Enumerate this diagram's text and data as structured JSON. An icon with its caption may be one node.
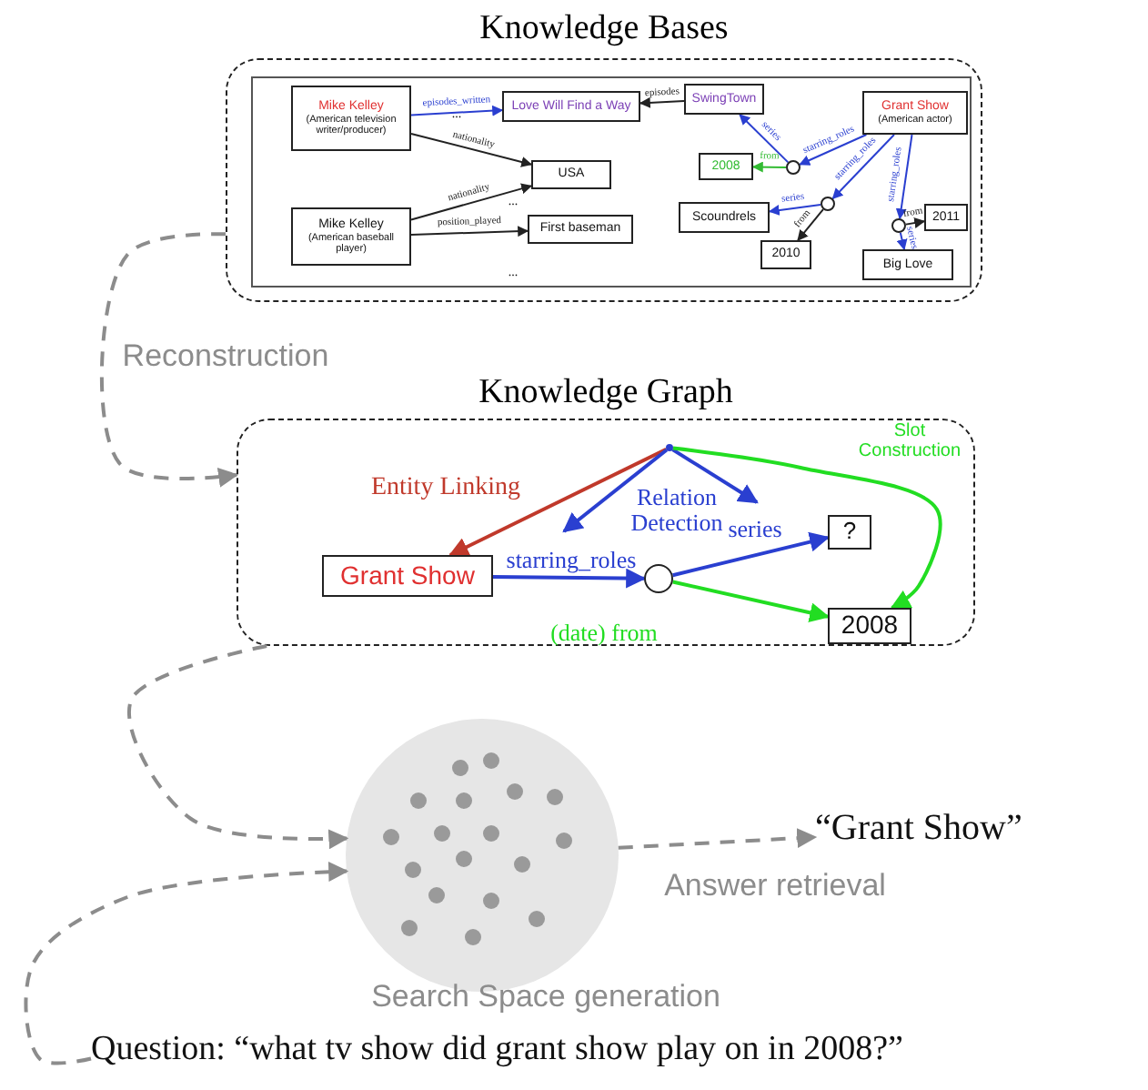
{
  "diagram": {
    "nodes": [
      {
        "text": [
          "Knowledge Bases"
        ]
      },
      {
        "text": [
          "Mike Kelley",
          "(American television writer/producer)"
        ],
        "in": 0
      },
      {
        "text": [
          "Love Will Find a Way"
        ],
        "in": 0
      },
      {
        "text": [
          "SwingTown"
        ],
        "in": 0
      },
      {
        "text": [
          "Grant Show",
          "(American actor)"
        ],
        "in": 0
      },
      {
        "text": [
          "USA"
        ],
        "in": 0
      },
      {
        "text": [],
        "shape": "circle",
        "in": 0
      },
      {
        "text": [
          "2008"
        ],
        "in": 0
      },
      {
        "text": [
          "Mike Kelley",
          "(American baseball player)"
        ],
        "in": 0
      },
      {
        "text": [
          "First baseman"
        ],
        "in": 0
      },
      {
        "text": [],
        "shape": "circle",
        "in": 0
      },
      {
        "text": [
          "Scoundrels"
        ],
        "in": 0
      },
      {
        "text": [],
        "shape": "circle",
        "in": 0
      },
      {
        "text": [
          "2011"
        ],
        "in": 0
      },
      {
        "text": [
          "2010"
        ],
        "in": 0
      },
      {
        "text": [
          "Big Love"
        ],
        "in": 0
      },
      {
        "text": [
          "Knowledge Graph"
        ]
      },
      {
        "text": [],
        "shape": "dot",
        "in": 16
      },
      {
        "text": [
          "Grant Show"
        ],
        "in": 16
      },
      {
        "text": [],
        "shape": "circle",
        "in": 16
      },
      {
        "text": [
          "?"
        ],
        "in": 16
      },
      {
        "text": [
          "2008"
        ],
        "in": 16
      },
      {
        "text": [],
        "shape": "circle"
      },
      {
        "text": [
          "“Grant Show”"
        ]
      },
      {
        "text": [
          "Question: “what tv show did grant show play on in 2008?”"
        ]
      }
    ],
    "edges": [
      {
        "from": 1,
        "to": 2,
        "arrow": "to",
        "label": "episodes_written"
      },
      {
        "from": 1,
        "to": 5,
        "arrow": "to",
        "label": "nationality",
        "color": "#222222"
      },
      {
        "from": 8,
        "to": 5,
        "arrow": "to",
        "label": "nationality",
        "color": "#222222"
      },
      {
        "from": 8,
        "to": 9,
        "arrow": "to",
        "label": "position_played",
        "color": "#222222"
      },
      {
        "from": 3,
        "to": 2,
        "arrow": "to",
        "label": "episodes",
        "color": "#222222"
      },
      {
        "from": 6,
        "to": 3,
        "arrow": "to",
        "label": "series"
      },
      {
        "from": 4,
        "to": 6,
        "arrow": "to",
        "label": "starring_roles"
      },
      {
        "from": 6,
        "to": 7,
        "arrow": "to",
        "label": "from",
        "color": "#33bb33"
      },
      {
        "from": 4,
        "to": 10,
        "arrow": "to",
        "label": "starring_roles"
      },
      {
        "from": 10,
        "to": 11,
        "arrow": "to",
        "label": "series"
      },
      {
        "from": 10,
        "to": 14,
        "arrow": "to",
        "label": "from",
        "color": "#222222"
      },
      {
        "from": 4,
        "to": 12,
        "arrow": "to",
        "label": "starring_roles"
      },
      {
        "from": 12,
        "to": 13,
        "arrow": "to",
        "label": "from",
        "color": "#222222"
      },
      {
        "from": 12,
        "to": 15,
        "arrow": "to",
        "label": "series"
      },
      {
        "from": 17,
        "to": 18,
        "arrow": "to",
        "label": "Entity Linking",
        "color": "#c0392b"
      },
      {
        "from": 17,
        "to": null,
        "arrow": "to"
      },
      {
        "from": 17,
        "to": null,
        "arrow": "to"
      },
      {
        "from": 17,
        "to": 21,
        "arrow": "to",
        "label": "Slot Construction",
        "color": "#22dd22"
      },
      {
        "from": 18,
        "to": 19,
        "arrow": "to",
        "label": "starring_roles"
      },
      {
        "from": 19,
        "to": 20,
        "arrow": "to",
        "label": "series"
      },
      {
        "from": 19,
        "to": 21,
        "arrow": "to",
        "label": "(date) from",
        "color": "#22dd22"
      },
      {
        "from": 0,
        "to": 16,
        "arrow": "to",
        "label": "Reconstruction",
        "style": "dashed",
        "color": "#8c8c8c"
      },
      {
        "from": 16,
        "to": 22,
        "arrow": "to",
        "style": "dashed",
        "color": "#8c8c8c"
      },
      {
        "from": 24,
        "to": 22,
        "arrow": "to",
        "label": "Search Space generation",
        "style": "dashed",
        "color": "#8c8c8c"
      },
      {
        "from": 22,
        "to": 23,
        "arrow": "to",
        "label": "Answer retrieval",
        "style": "dashed",
        "color": "#8c8c8c"
      }
    ],
    "labels": [
      "...",
      "...",
      "...",
      "Relation Detection"
    ]
  }
}
